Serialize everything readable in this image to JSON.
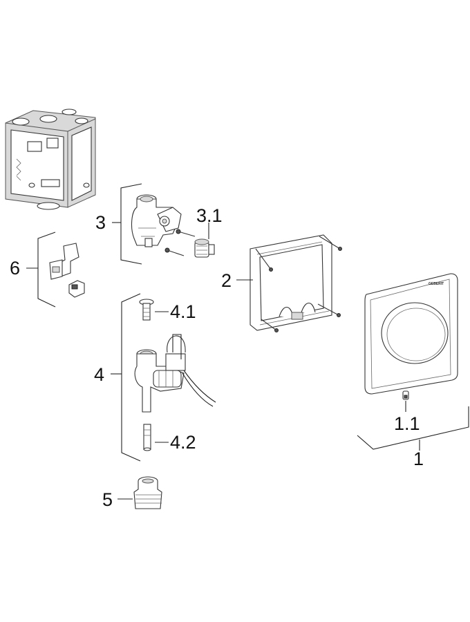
{
  "labels": {
    "l1": "1",
    "l1_1": "1.1",
    "l2": "2",
    "l3": "3",
    "l3_1": "3.1",
    "l4": "4",
    "l4_1": "4.1",
    "l4_2": "4.2",
    "l5": "5",
    "l6": "6"
  },
  "cover_plate_brand": "GEBERIT"
}
